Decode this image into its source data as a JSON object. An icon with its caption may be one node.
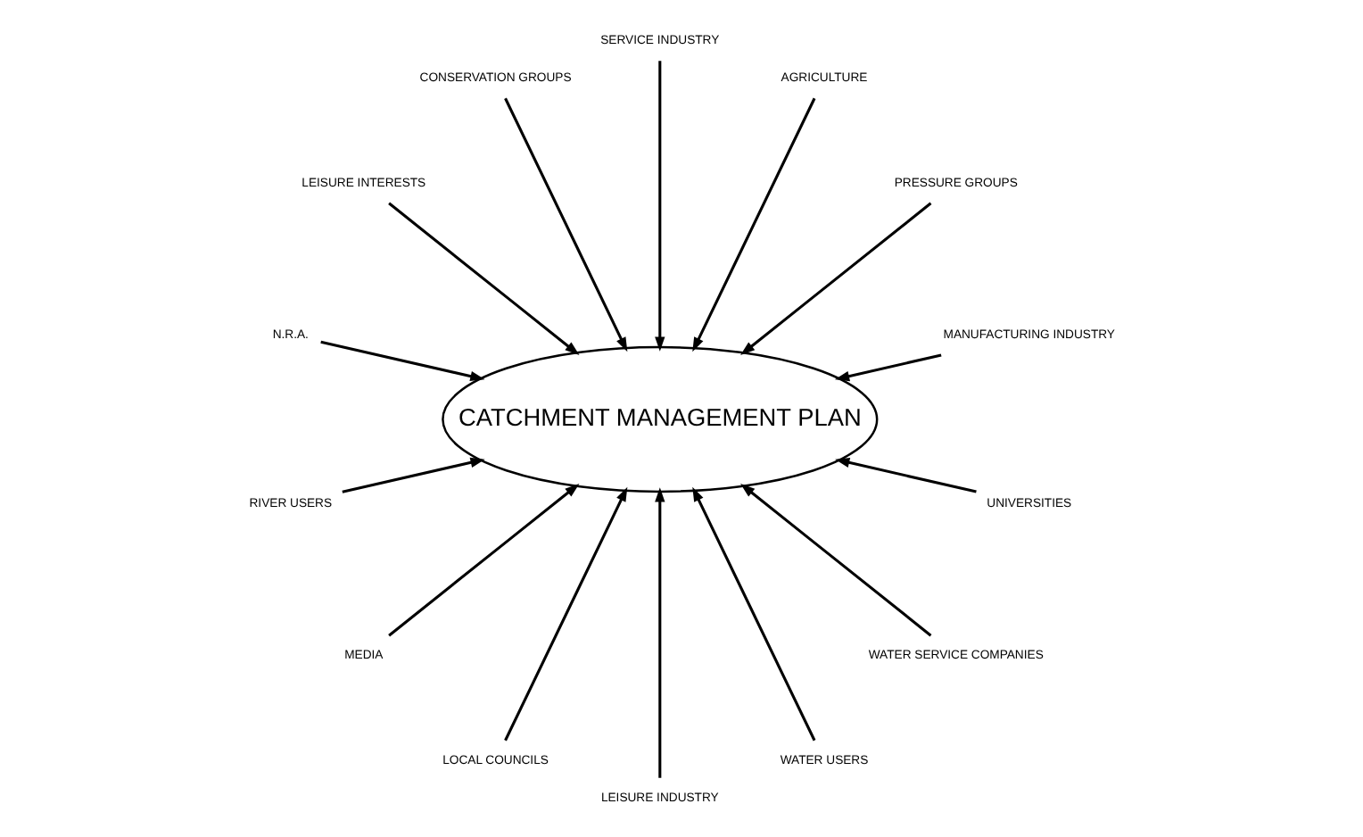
{
  "diagram": {
    "nodes": [
      {
        "text": [
          "CATCHMENT MANAGEMENT PLAN"
        ]
      },
      {
        "text": [
          "MANUFACTURING INDUSTRY"
        ]
      },
      {
        "text": [
          "PRESSURE GROUPS"
        ]
      },
      {
        "text": [
          "UNIVERSITIES"
        ]
      },
      {
        "text": [
          "AGRICULTURE"
        ]
      },
      {
        "text": [
          "WATER SERVICE COMPANIES"
        ]
      },
      {
        "text": [
          "SERVICE INDUSTRY"
        ]
      },
      {
        "text": [
          "WATER USERS"
        ]
      },
      {
        "text": [
          "CONSERVATION GROUPS"
        ]
      },
      {
        "text": [
          "LEISURE INDUSTRY"
        ]
      },
      {
        "text": [
          "LEISURE INTERESTS"
        ]
      },
      {
        "text": [
          "LOCAL COUNCILS"
        ]
      },
      {
        "text": [
          "N.R.A."
        ]
      },
      {
        "text": [
          "MEDIA"
        ]
      },
      {
        "text": [
          "RIVER USERS"
        ]
      }
    ],
    "edges": [
      {
        "from": 1,
        "to": 0,
        "arrow": "to"
      },
      {
        "from": 2,
        "to": 0,
        "arrow": "to"
      },
      {
        "from": 3,
        "to": 0,
        "arrow": "to"
      },
      {
        "from": 4,
        "to": 0,
        "arrow": "to"
      },
      {
        "from": 5,
        "to": 0,
        "arrow": "to"
      },
      {
        "from": 6,
        "to": 0,
        "arrow": "to"
      },
      {
        "from": 7,
        "to": 0,
        "arrow": "to"
      },
      {
        "from": 8,
        "to": 0,
        "arrow": "to"
      },
      {
        "from": 9,
        "to": 0,
        "arrow": "to"
      },
      {
        "from": 10,
        "to": 0,
        "arrow": "to"
      },
      {
        "from": 11,
        "to": 0,
        "arrow": "to"
      },
      {
        "from": 12,
        "to": 0,
        "arrow": "to"
      },
      {
        "from": 13,
        "to": 0,
        "arrow": "to"
      },
      {
        "from": 14,
        "to": 0,
        "arrow": "to"
      }
    ]
  }
}
